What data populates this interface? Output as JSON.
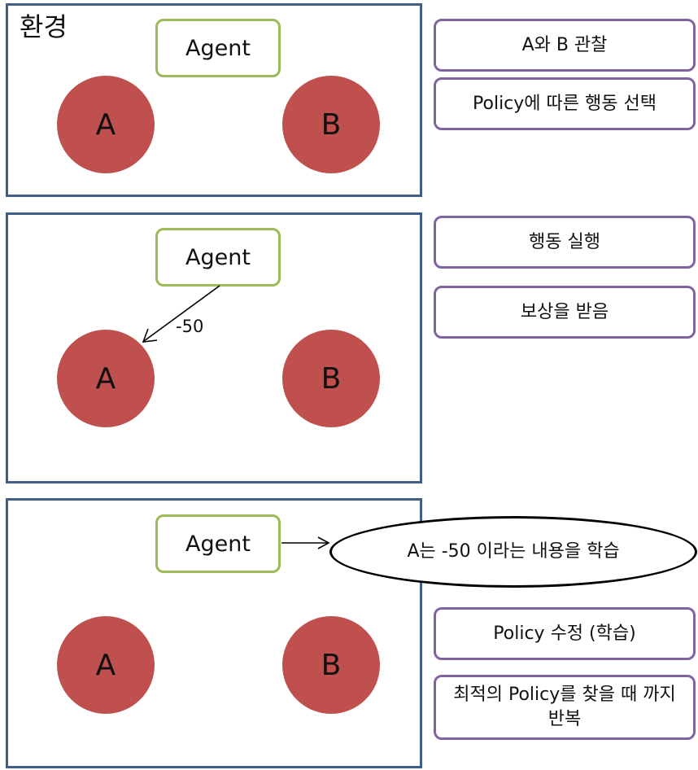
{
  "environment_label": "환경",
  "agent_label": "Agent",
  "nodes": {
    "a": "A",
    "b": "B"
  },
  "node_color": "#c0504d",
  "steps": {
    "observe": "A와 B 관찰",
    "select_action": "Policy에 따른 행동 선택",
    "execute": "행동 실행",
    "receive_reward": "보상을 받음",
    "update_policy": "Policy 수정 (학습)",
    "repeat": "최적의 Policy를 찾을 때 까지 반복"
  },
  "reward_value": "-50",
  "learned_note": "A는 -50 이라는 내용을 학습"
}
